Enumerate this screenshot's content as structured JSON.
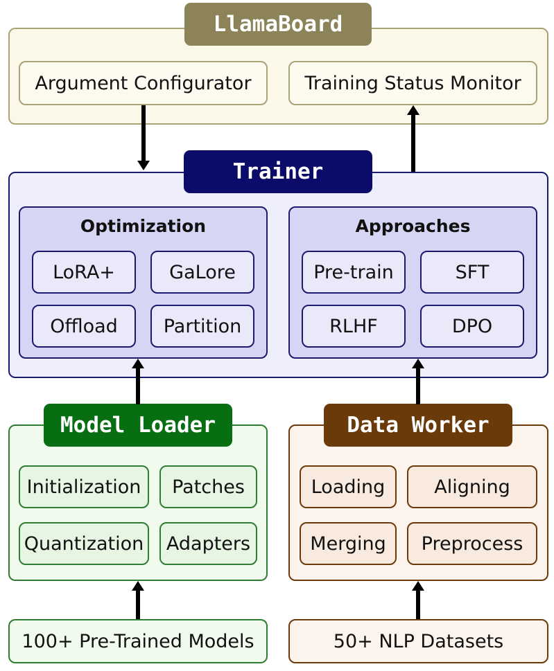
{
  "llamaboard": {
    "title": "LlamaBoard",
    "argument_configurator": "Argument Configurator",
    "training_status_monitor": "Training Status Monitor"
  },
  "trainer": {
    "title": "Trainer",
    "optimization": {
      "title": "Optimization",
      "items": [
        "LoRA+",
        "GaLore",
        "Offload",
        "Partition"
      ]
    },
    "approaches": {
      "title": "Approaches",
      "items": [
        "Pre-train",
        "SFT",
        "RLHF",
        "DPO"
      ]
    }
  },
  "model_loader": {
    "title": "Model Loader",
    "items": [
      "Initialization",
      "Patches",
      "Quantization",
      "Adapters"
    ],
    "source": "100+ Pre-Trained Models"
  },
  "data_worker": {
    "title": "Data Worker",
    "items": [
      "Loading",
      "Aligning",
      "Merging",
      "Preprocess"
    ],
    "source": "50+ NLP Datasets"
  }
}
